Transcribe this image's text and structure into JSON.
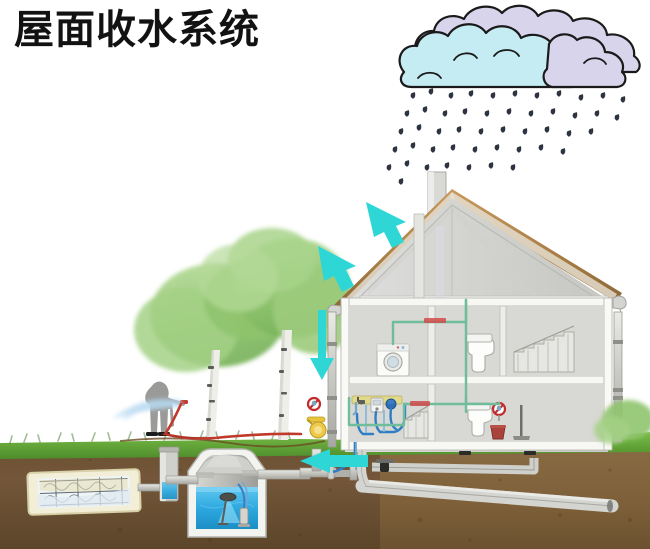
{
  "diagram": {
    "title": "屋面收水系统",
    "title_color": "#121212",
    "background": "#ffffff"
  },
  "palette": {
    "sky": "#ffffff",
    "cloud_fill": "#c5ecf3",
    "cloud_fill_alt": "#d8d4ec",
    "cloud_outline": "#1a1a1a",
    "raindrop": "#2d3340",
    "grass": "#63a83c",
    "grass_dark": "#4d8a2c",
    "soil": "#6f5434",
    "soil_dark": "#5d4529",
    "soil_light": "#8a6b44",
    "wall": "#d9d9d6",
    "wall_shadow": "#c2c2be",
    "wall_white": "#fbfbfa",
    "roof_wood": "#b98c52",
    "roof_wood_dark": "#8e6736",
    "arrow_cyan": "#2fd6d6",
    "pipe_gray": "#b9b9b6",
    "pipe_green": "#7fc9a8",
    "pipe_blue": "#2f7ec4",
    "water_blue": "#29a8e0",
    "water_blue_light": "#5fc7ef",
    "tank_gray": "#bdbdba",
    "tank_gray_dark": "#8f8f8c",
    "sign_red": "#c32b2b",
    "label_red": "#d24b4b",
    "tree_green": "#92c572",
    "tree_green_light": "#b2d897",
    "bark": "#efefe9",
    "person_gray": "#9a9a98",
    "hose_red": "#c0392b",
    "bucket_red": "#a8423a",
    "tap_yellow": "#e8c33c",
    "spray_blue": "#bcdcf2"
  },
  "labels": {
    "house_pipe_label_1": "",
    "house_pipe_label_2": ""
  },
  "elements": {
    "cloud": "rain-cloud",
    "rain": "rain-drops",
    "house": "house-cross-section",
    "roof": "pitched-roof",
    "chimney": "chimney-stack",
    "gutter": "roof-gutter",
    "downspout_left": "left-downspout",
    "downspout_right": "right-downspout",
    "washing_machine": "washing-machine",
    "toilet_upper": "toilet-upper-floor",
    "toilet_lower": "toilet-lower-floor",
    "stairs_upper": "staircase-upper",
    "stairs_lower": "staircase-lower",
    "control_unit": "pump-control-unit",
    "mop": "mop",
    "bucket": "bucket",
    "tap_sign_indoor": "non-potable-water-sign",
    "tap_sign_outdoor": "non-potable-water-sign-outdoor",
    "garden_tap": "garden-tap",
    "person": "person-watering",
    "hose": "garden-hose",
    "spray": "water-spray",
    "trees": "birch-trees",
    "bush": "garden-bush",
    "cistern": "underground-cistern",
    "cistern_water": "stored-rainwater",
    "submersible_pump": "submersible-pump",
    "floating_filter": "floating-intake-filter",
    "inspection_shaft": "inspection-shaft",
    "soakaway": "soakaway-infiltration-crate",
    "drain_pipe": "underground-drain-pipe",
    "overflow_pipe": "overflow-pipe",
    "foundation_drain": "foundation-drain-pipe"
  },
  "flow_arrows": [
    {
      "name": "roof-flow-arrow-1",
      "direction": "down-right"
    },
    {
      "name": "roof-flow-arrow-2",
      "direction": "down-right"
    },
    {
      "name": "downspout-flow-arrow",
      "direction": "down"
    },
    {
      "name": "cistern-inlet-arrow",
      "direction": "left"
    }
  ]
}
